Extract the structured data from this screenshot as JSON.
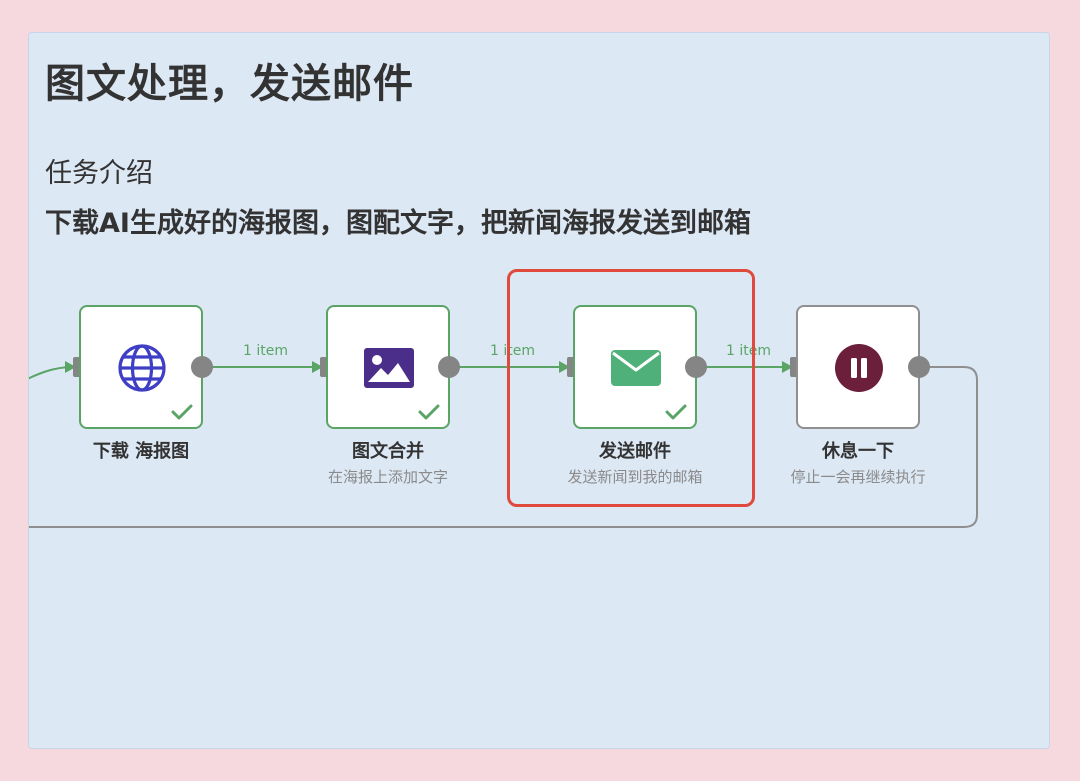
{
  "page": {
    "title": "图文处理，发送邮件",
    "subtitle": "任务介绍",
    "description": "下载AI生成好的海报图，图配文字，把新闻海报发送到邮箱"
  },
  "colors": {
    "success": "#5aa466",
    "highlight": "#df4a3d",
    "globe": "#3f3fc6",
    "image": "#4b2d8a",
    "mail": "#4fb07a",
    "pause": "#6b1f3b"
  },
  "workflow": {
    "nodes": [
      {
        "label": "下载 海报图",
        "sub": "",
        "icon": "globe-icon",
        "status": "success"
      },
      {
        "label": "图文合并",
        "sub": "在海报上添加文字",
        "icon": "image-icon",
        "status": "success"
      },
      {
        "label": "发送邮件",
        "sub": "发送新闻到我的邮箱",
        "icon": "mail-icon",
        "status": "success"
      },
      {
        "label": "休息一下",
        "sub": "停止一会再继续执行",
        "icon": "pause-icon",
        "status": "idle"
      }
    ],
    "edges": [
      {
        "label": "1 item"
      },
      {
        "label": "1 item"
      },
      {
        "label": "1 item"
      }
    ]
  }
}
